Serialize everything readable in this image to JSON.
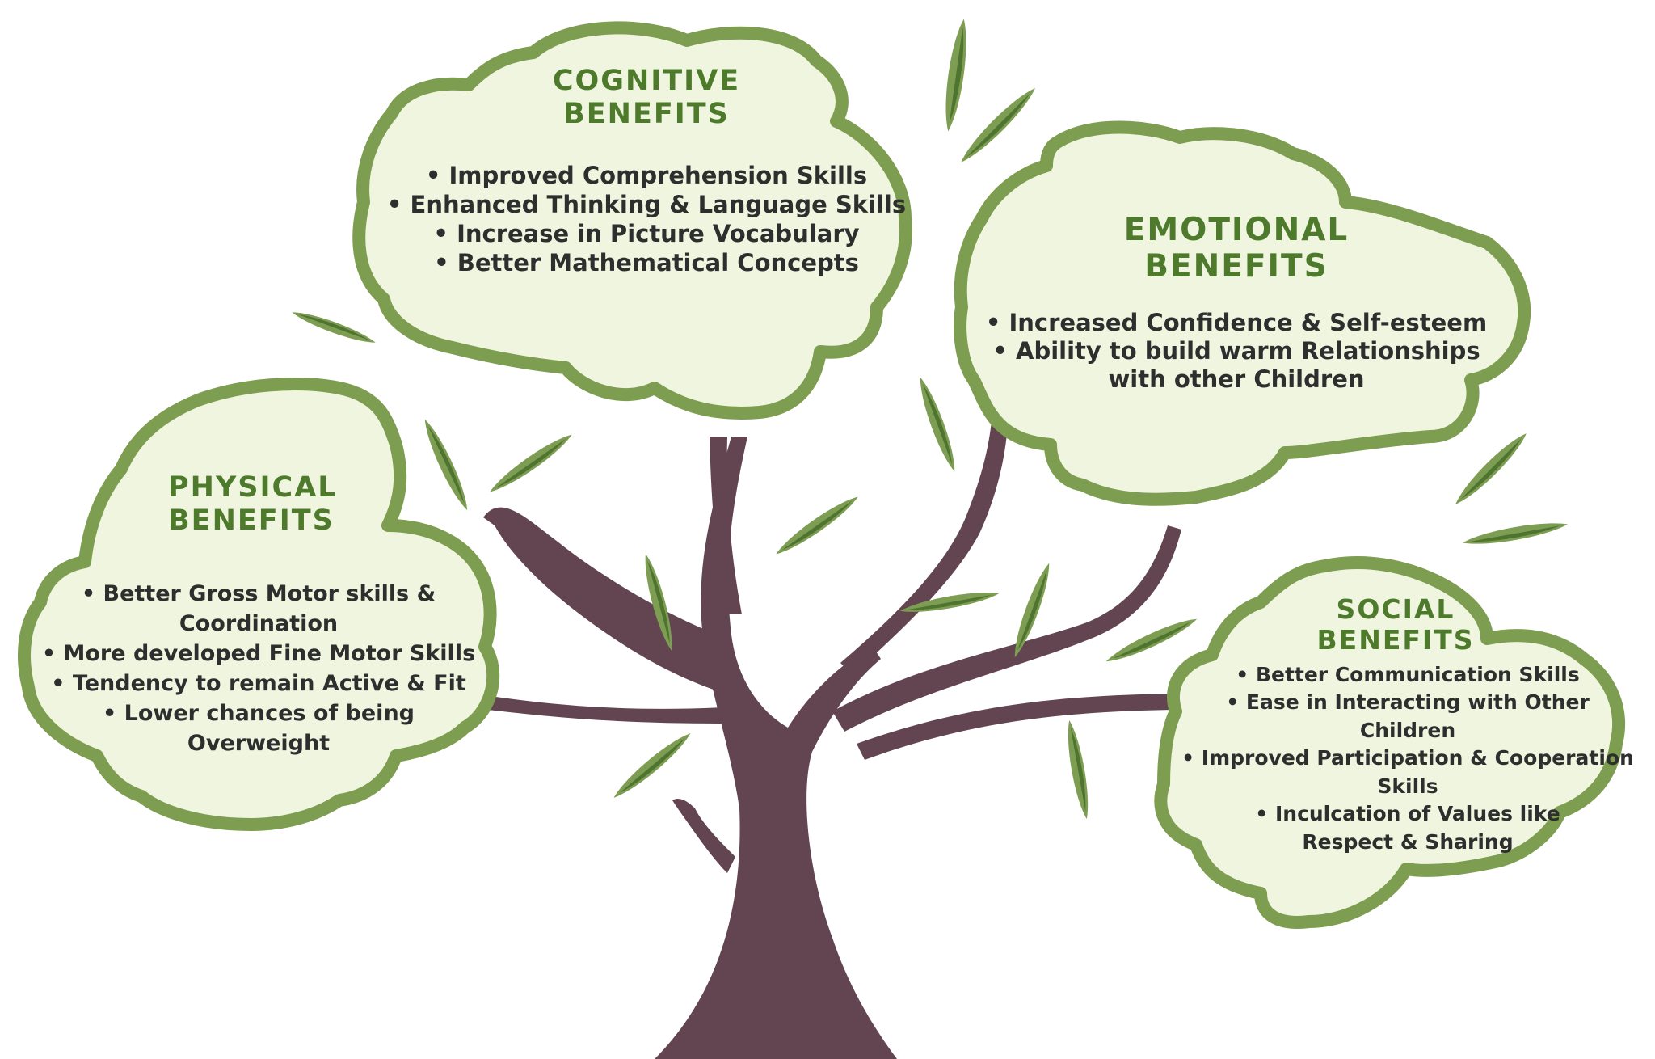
{
  "colors": {
    "trunk": "#634552",
    "leaf_light": "#7d9e52",
    "leaf_dark": "#4e7430",
    "cloud_fill": "#eff5df",
    "cloud_stroke": "#7d9d50",
    "title": "#4e7a2b",
    "text": "#2e2e2e"
  },
  "cognitive": {
    "title_line1": "COGNITIVE",
    "title_line2": "BENEFITS",
    "items": [
      [
        "Improved Comprehension Skills"
      ],
      [
        "Enhanced Thinking & Language Skills"
      ],
      [
        "Increase in Picture Vocabulary"
      ],
      [
        "Better Mathematical Concepts"
      ]
    ]
  },
  "emotional": {
    "title_line1": "EMOTIONAL",
    "title_line2": "BENEFITS",
    "items": [
      [
        "Increased Confidence & Self-esteem"
      ],
      [
        "Ability to build warm Relationships",
        "with other Children"
      ]
    ]
  },
  "physical": {
    "title_line1": "PHYSICAL",
    "title_line2": "BENEFITS",
    "items": [
      [
        "Better Gross Motor skills &",
        "Coordination"
      ],
      [
        "More developed Fine Motor Skills"
      ],
      [
        "Tendency to remain Active & Fit"
      ],
      [
        "Lower chances of being",
        "Overweight"
      ]
    ]
  },
  "social": {
    "title_line1": "SOCIAL",
    "title_line2": "BENEFITS",
    "items": [
      [
        "Better Communication Skills"
      ],
      [
        "Ease in Interacting with Other Children"
      ],
      [
        "Improved Participation & Cooperation",
        "Skills"
      ],
      [
        "Inculcation of Values like",
        "Respect & Sharing"
      ]
    ]
  }
}
